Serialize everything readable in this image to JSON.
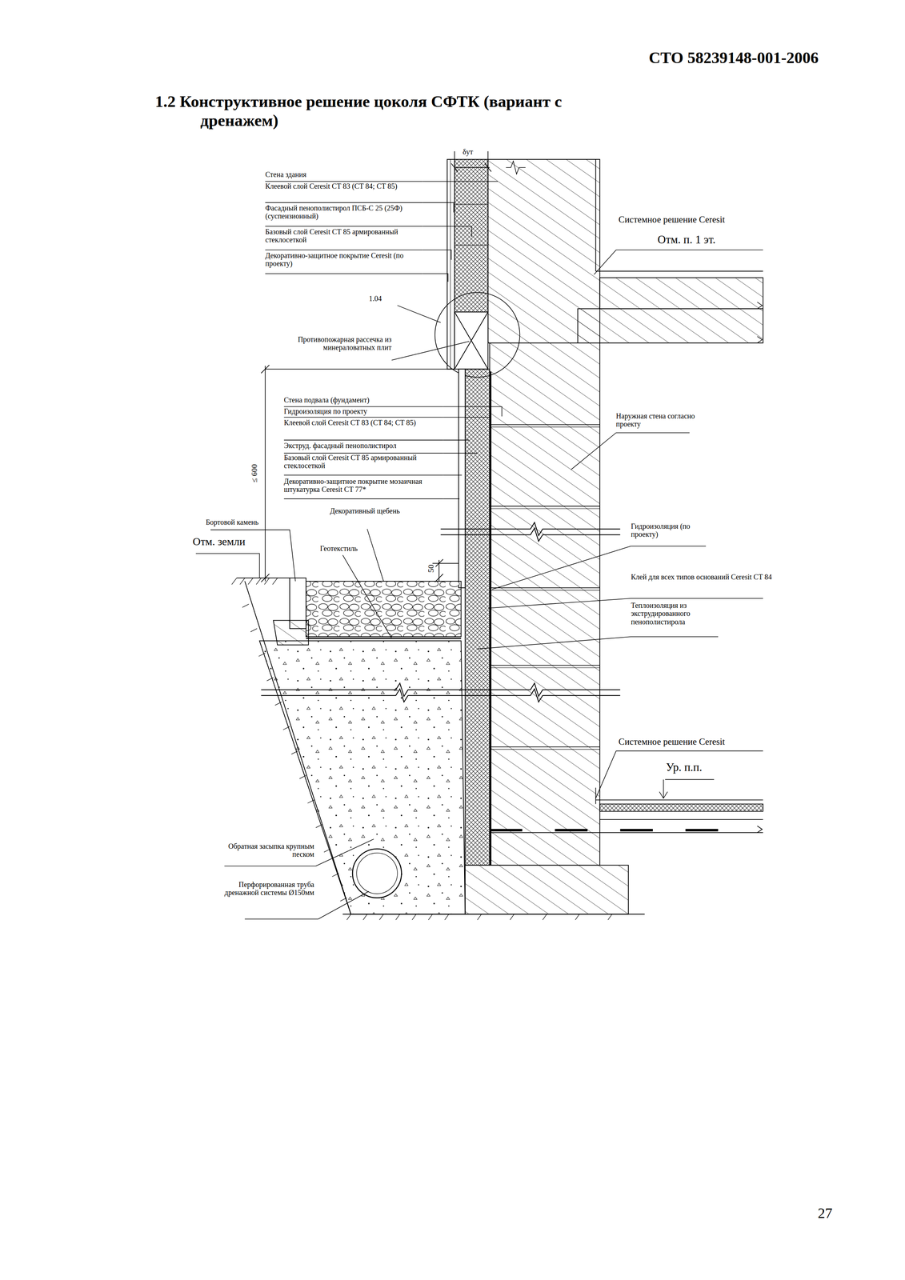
{
  "diagram": {
    "title": "1.2 Конструктивное решение цоколя СФТК (вариант с дренажем)",
    "labels": [
      "СТО 58239148-001-2006",
      "δут",
      "Стена здания",
      "Клеевой слой Ceresit CT 83 (CT 84; CT 85)",
      "Фасадный пенополистирол ПСБ-С 25 (25Ф) (суспензионный)",
      "Базовый слой Ceresit CT 85 армированный стеклосеткой",
      "Декоративно-защитное покрытие Ceresit (по проекту)",
      "1.04",
      "Противопожарная рассечка из минераловатных плит",
      "Системное решение Ceresit",
      "Отм. п. 1 эт.",
      "Стена подвала (фундамент)",
      "Гидроизоляция по проекту",
      "Клеевой слой Ceresit CT 83 (CT 84; CT 85)",
      "Экструд. фасадный пенополистирол",
      "Базовый слой Ceresit CT 85 армированный стеклосеткой",
      "Декоративно-защитное покрытие мозаичная штукатурка Ceresit CT 77*",
      "≤ 600",
      "Наружная стена согласно проекту",
      "Бортовой камень",
      "Декоративный щебень",
      "Отм. земли",
      "Геотекстиль",
      "50",
      "Гидроизоляция (по проекту)",
      "Клей для всех типов оснований Ceresit CT 84",
      "Теплоизоляция из экструдированного пенополистирола",
      "Системное решение Ceresit",
      "Ур. п.п.",
      "Обратная засыпка крупным песком",
      "Перфорированная труба дренажной системы Ø150мм",
      "27"
    ]
  }
}
